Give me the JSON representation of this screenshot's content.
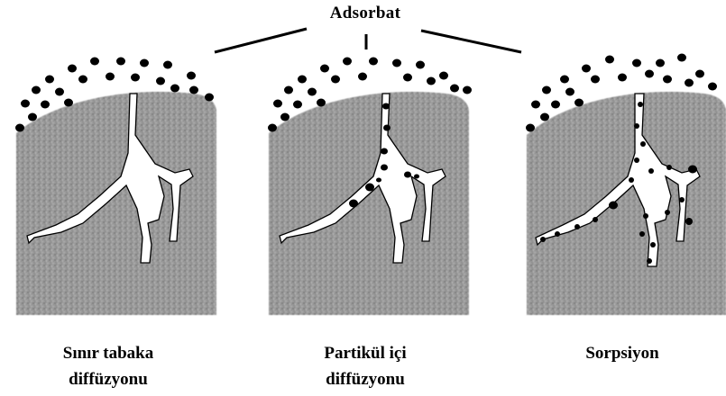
{
  "title": "Adsorbat",
  "panels": [
    {
      "caption_line1": "Sınır tabaka",
      "caption_line2": "diffüzyonu"
    },
    {
      "caption_line1": "Partikül içi",
      "caption_line2": "diffüzyonu"
    },
    {
      "caption_line1": "Sorpsiyon",
      "caption_line2": ""
    }
  ],
  "colors": {
    "particle": "#9a9a9a",
    "pore": "#ffffff",
    "adsorbate": "#000000"
  }
}
